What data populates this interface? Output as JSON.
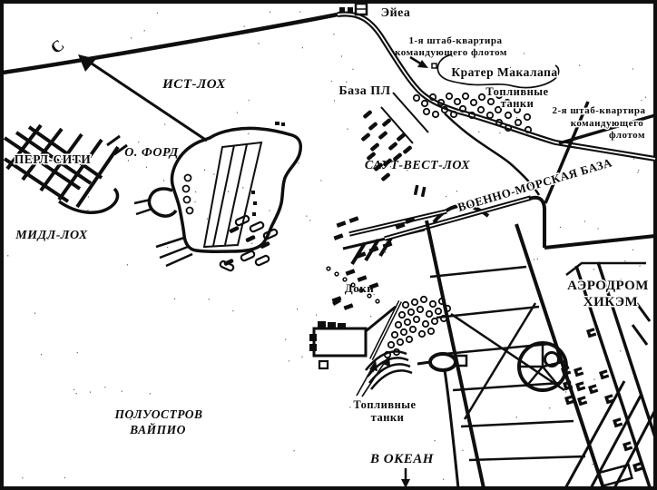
{
  "labels": {
    "north": "С",
    "aiea": "Эйеа",
    "east_loch": "ИСТ-ЛОХ",
    "pearl_city": "ПЕРЛ-СИТИ",
    "ford_island": "О. ФОРД",
    "middle_loch": "МИДЛ-ЛОХ",
    "sub_base": "База ПЛ",
    "hq1_line1": "1-я штаб-квартира",
    "hq1_line2": "командующего флотом",
    "makalapa_crater": "Кратер Макалапа",
    "fuel_tanks_upper_line1": "Топливные",
    "fuel_tanks_upper_line2": "танки",
    "hq2_line1": "2-я штаб-квартира",
    "hq2_line2": "командующего",
    "hq2_line3": "флотом",
    "southwest_loch": "САУТ-ВЕСТ-ЛОХ",
    "naval_base": "ВОЕННО-МОРСКАЯ БАЗА",
    "docks": "Доки",
    "hickam_line1": "АЭРОДРОМ",
    "hickam_line2": "ХИКЭМ",
    "waipio_line1": "ПОЛУОСТРОВ",
    "waipio_line2": "ВАЙПИО",
    "fuel_tanks_lower_line1": "Топливные",
    "fuel_tanks_lower_line2": "танки",
    "to_ocean": "В ОКЕАН"
  },
  "colors": {
    "ink": "#0e0e0e",
    "paper": "#ffffff"
  }
}
